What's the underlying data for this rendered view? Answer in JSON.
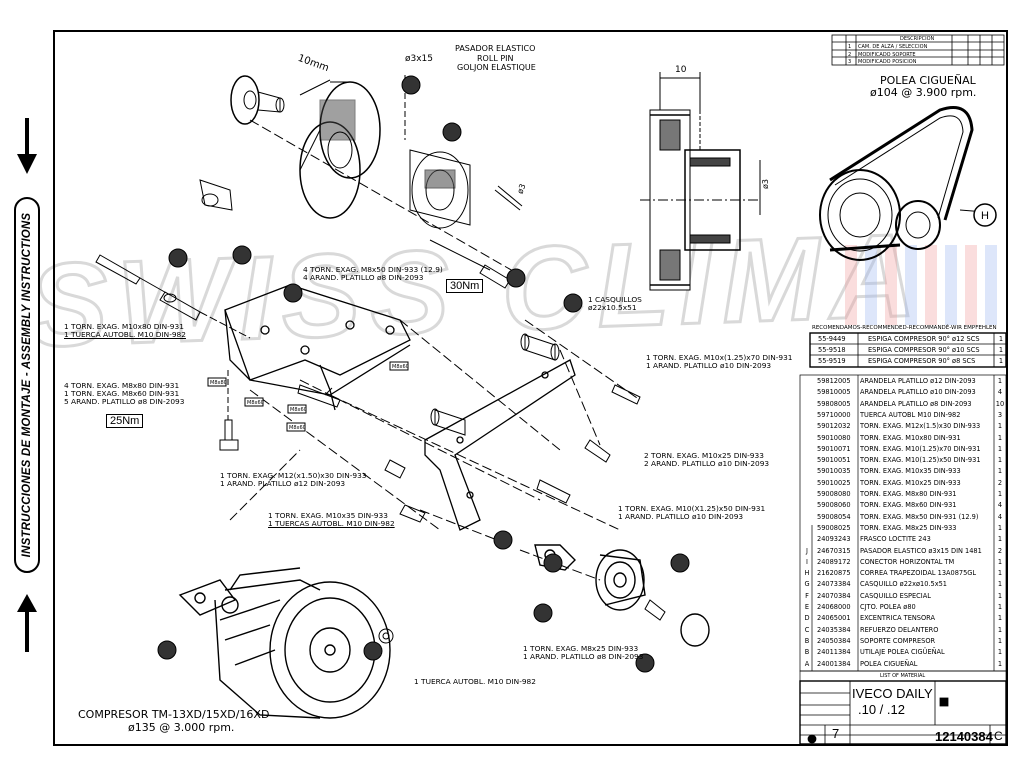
{
  "sidebar": {
    "label": "INSTRUCCIONES DE MONTAJE - ASSEMBLY INSTRUCTIONS"
  },
  "watermark": "SWISS CLIMA",
  "revision_table": {
    "headers": [
      "",
      "",
      "DESCRIPCION",
      "",
      "",
      ""
    ],
    "rows": [
      {
        "id": "1",
        "desc": "CAM. DE ALZA / SELECCION"
      },
      {
        "id": "2",
        "desc": "MODIFICADO SOPORTE"
      },
      {
        "id": "3",
        "desc": "MODIFICADO POSICION"
      }
    ]
  },
  "pulley": {
    "title": "POLEA CIGUEÑAL",
    "subtitle": "ø104 @ 3.900 rpm.",
    "dim_top": "10",
    "dim_side": "ø3",
    "callout": "H"
  },
  "roll_pin": {
    "line1": "PASADOR ELASTICO",
    "line2": "ROLL PIN",
    "line3": "GOLJON ELASTIQUE",
    "size": "ø3x15",
    "dim_10mm": "10mm",
    "dim_3": "ø3"
  },
  "labels": {
    "bolts_m8x50": {
      "l1": "4 TORN. EXAG. M8x50 DIN-933 (12.9)",
      "l2": "4 ARAND. PLATILLO ø8 DIN-2093"
    },
    "torque_30": "30Nm",
    "bushings": {
      "l1": "1 CASQUILLOS",
      "l2": "ø22x10.5x51"
    },
    "m10x80": {
      "l1": "1 TORN. EXAG. M10x80 DIN-931",
      "l2": "1 TUERCA AUTOBL. M10 DIN-982"
    },
    "m8x80": {
      "l1": "4 TORN. EXAG. M8x80 DIN-931",
      "l2": "1 TORN. EXAG. M8x60 DIN-931",
      "l3": "5 ARAND. PLATILLO ø8 DIN-2093"
    },
    "torque_25": "25Nm",
    "m10x70": {
      "l1": "1 TORN. EXAG. M10x(1.25)x70 DIN-931",
      "l2": "1 ARAND. PLATILLO ø10 DIN-2093"
    },
    "m12": {
      "l1": "1 TORN. EXAG. M12(x1.50)x30 DIN-933",
      "l2": "1 ARAND. PLATILLO ø12 DIN-2093"
    },
    "m10x25": {
      "l1": "2 TORN. EXAG. M10x25 DIN-933",
      "l2": "2 ARAND. PLATILLO ø10 DIN-2093"
    },
    "m10x35": {
      "l1": "1 TORN. EXAG. M10x35 DIN-933",
      "l2": "1 TUERCAS AUTOBL. M10 DIN-982"
    },
    "m10x50": {
      "l1": "1 TORN. EXAG. M10(X1.25)x50 DIN-931",
      "l2": "1 ARAND. PLATILLO ø10 DIN-2093"
    },
    "m8x25": {
      "l1": "1 TORN. EXAG. M8x25 DIN-933",
      "l2": "1 ARAND. PLATILLO ø8 DIN-2093"
    },
    "nut_m10": "1 TUERCA AUTOBL. M10 DIN-982",
    "m8x80_tag": "M8x80",
    "m8x60_tag": "M8x60"
  },
  "compressor": {
    "title": "COMPRESOR TM-13XD/15XD/16XD",
    "subtitle": "ø135 @ 3.000 rpm."
  },
  "recommended": {
    "header": "RECOMENDAMOS-RECOMMENDED-RECOMMANDÉ-WIR EMPFEHLEN",
    "rows": [
      {
        "ref": "55-9449",
        "desc": "ESPIGA COMPRESOR 90° ø12 SCS",
        "qty": "1"
      },
      {
        "ref": "55-9518",
        "desc": "ESPIGA COMPRESOR 90° ø10 SCS",
        "qty": "1"
      },
      {
        "ref": "55-9519",
        "desc": "ESPIGA COMPRESOR 90° ø8 SCS",
        "qty": "1"
      }
    ]
  },
  "parts": [
    {
      "ltr": "",
      "ref": "59812005",
      "desc": "ARANDELA PLATILLO ø12 DIN-2093",
      "qty": "1"
    },
    {
      "ltr": "",
      "ref": "59810005",
      "desc": "ARANDELA PLATILLO ø10 DIN-2093",
      "qty": "4"
    },
    {
      "ltr": "",
      "ref": "59808005",
      "desc": "ARANDELA PLATILLO ø8 DIN-2093",
      "qty": "10"
    },
    {
      "ltr": "",
      "ref": "59710000",
      "desc": "TUERCA AUTOBL M10 DIN-982",
      "qty": "3"
    },
    {
      "ltr": "",
      "ref": "59012032",
      "desc": "TORN. EXAG. M12x(1.5)x30 DIN-933",
      "qty": "1"
    },
    {
      "ltr": "",
      "ref": "59010080",
      "desc": "TORN. EXAG. M10x80 DIN-931",
      "qty": "1"
    },
    {
      "ltr": "",
      "ref": "59010071",
      "desc": "TORN. EXAG. M10(1.25)x70 DIN-931",
      "qty": "1"
    },
    {
      "ltr": "",
      "ref": "59010051",
      "desc": "TORN. EXAG. M10(1.25)x50 DIN-931",
      "qty": "1"
    },
    {
      "ltr": "",
      "ref": "59010035",
      "desc": "TORN. EXAG. M10x35 DIN-933",
      "qty": "1"
    },
    {
      "ltr": "",
      "ref": "59010025",
      "desc": "TORN. EXAG. M10x25 DIN-933",
      "qty": "2"
    },
    {
      "ltr": "",
      "ref": "59008080",
      "desc": "TORN. EXAG. M8x80 DIN-931",
      "qty": "1"
    },
    {
      "ltr": "",
      "ref": "59008060",
      "desc": "TORN. EXAG. M8x60 DIN-931",
      "qty": "4"
    },
    {
      "ltr": "",
      "ref": "59008054",
      "desc": "TORN. EXAG. M8x50 DIN-931 (12.9)",
      "qty": "4"
    },
    {
      "ltr": "",
      "ref": "59008025",
      "desc": "TORN. EXAG. M8x25 DIN-933",
      "qty": "1"
    },
    {
      "ltr": "",
      "ref": "24093243",
      "desc": "FRASCO LOCTITE 243",
      "qty": "1"
    },
    {
      "ltr": "J",
      "ref": "24670315",
      "desc": "PASADOR ELASTICO ø3x15 DIN 1481",
      "qty": "2"
    },
    {
      "ltr": "I",
      "ref": "24089172",
      "desc": "CONECTOR HORIZONTAL TM",
      "qty": "1"
    },
    {
      "ltr": "H",
      "ref": "21620875",
      "desc": "CORREA TRAPEZOIDAL 13A0875GL",
      "qty": "1"
    },
    {
      "ltr": "G",
      "ref": "24073384",
      "desc": "CASQUILLO ø22xø10.5x51",
      "qty": "1"
    },
    {
      "ltr": "F",
      "ref": "24070384",
      "desc": "CASQUILLO ESPECIAL",
      "qty": "1"
    },
    {
      "ltr": "E",
      "ref": "24068000",
      "desc": "CJTO. POLEA ø80",
      "qty": "1"
    },
    {
      "ltr": "D",
      "ref": "24065001",
      "desc": "EXCENTRICA TENSORA",
      "qty": "1"
    },
    {
      "ltr": "C",
      "ref": "24035384",
      "desc": "REFUERZO DELANTERO",
      "qty": "1"
    },
    {
      "ltr": "B",
      "ref": "24050384",
      "desc": "SOPORTE COMPRESOR",
      "qty": "1"
    },
    {
      "ltr": "B",
      "ref": "24011384",
      "desc": "UTILAJE POLEA CIGÜEÑAL",
      "qty": "1"
    },
    {
      "ltr": "A",
      "ref": "24001384",
      "desc": "POLEA CIGUEÑAL",
      "qty": "1"
    }
  ],
  "title_block": {
    "model_l1": "IVECO  DAILY",
    "model_l2": ".10  /  .12",
    "sheet": "7",
    "drawing_no": "12140384",
    "rev": "C",
    "list_label": "LIST OF MATERIAL"
  }
}
